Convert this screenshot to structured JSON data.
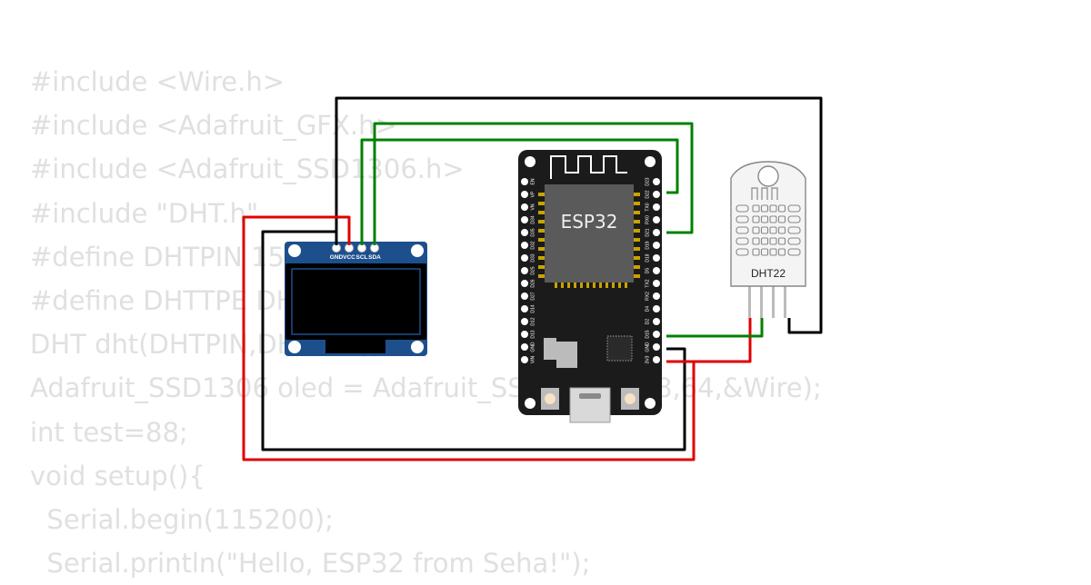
{
  "code_lines": [
    "#include <Wire.h>",
    "#include <Adafruit_GFX.h>",
    "#include <Adafruit_SSD1306.h>",
    "#include \"DHT.h\"",
    "#define DHTPIN 15",
    "#define DHTTPE DHT22",
    "DHT dht(DHTPIN,DHTTPE);",
    "Adafruit_SSD1306 oled = Adafruit_SSD1306(128,64,&Wire);",
    "int test=88;",
    "void setup(){",
    "  Serial.begin(115200);",
    "  Serial.println(\"Hello, ESP32 from Seha!\");"
  ],
  "esp32": {
    "chip_label": "ESP32",
    "left_pins": [
      "EN",
      "VP",
      "VN",
      "D34",
      "D35",
      "D32",
      "D33",
      "D25",
      "D26",
      "D27",
      "D14",
      "D12",
      "D13",
      "GND",
      "VIN"
    ],
    "right_pins": [
      "D23",
      "D22",
      "TX0",
      "RX0",
      "D21",
      "D19",
      "D18",
      "D5",
      "TX2",
      "RX2",
      "D4",
      "D2",
      "D15",
      "GND",
      "3V3"
    ]
  },
  "oled": {
    "pins": [
      "GND",
      "VCC",
      "SCL",
      "SDA"
    ]
  },
  "dht22": {
    "label": "DHT22"
  },
  "colors": {
    "board": "#1b1b1b",
    "oled_pcb": "#1d4f8c",
    "wire_black": "#000000",
    "wire_red": "#e00000",
    "wire_green": "#008000",
    "chip": "#5a5a5a",
    "dht_body": "#f4f4f4"
  }
}
